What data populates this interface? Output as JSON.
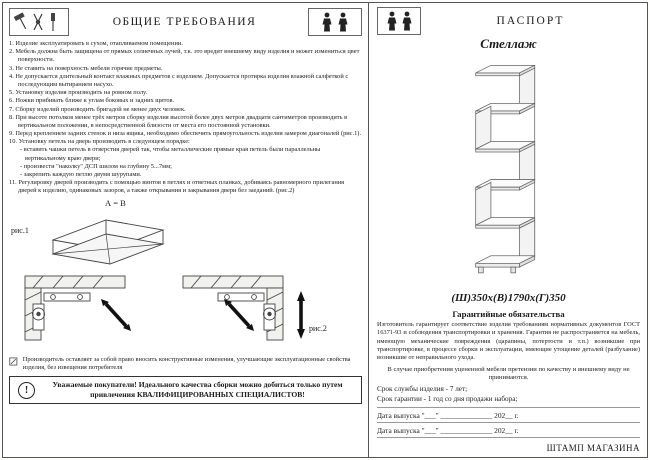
{
  "colors": {
    "paper": "#ffffff",
    "ink": "#1a1a1a",
    "border": "#555555"
  },
  "icons": {
    "tools": "hammer-wrench-screwdriver",
    "assembly_persons": "two-person-figures",
    "passport_persons": "two-person-figures",
    "note": "pencil-note",
    "warning": "!"
  },
  "left": {
    "title": "ОБЩИЕ  ТРЕБОВАНИЯ",
    "items": [
      "1. Изделие эксплуатировать в сухом, отапливаемом помещении.",
      "2. Мебель должна быть защищена от прямых солнечных лучей, т.к. это вредит внешнему виду изделия и может измениться цвет поверхности.",
      "3. Не ставить на поверхность мебели горячие предметы.",
      "4. Не допускается длительный контакт влажных предметов с изделием. Допускается протирка изделия влажной салфеткой с последующим вытиранием насухо.",
      "5. Установку изделия производить на ровном полу.",
      "6. Ножки прибивать ближе к углам боковых и задних щитов.",
      "7. Сборку изделий производить бригадой не менее двух человек.",
      "8. При высоте потолков менее трёх метров сборку изделия высотой более двух метров двадцати сантиметров производить в вертикальном положении, в непосредственной близости от места его постоянной установки.",
      "9. Перед креплением задних стенок и низа ящика, необходимо обеспечить прямоугольность изделия замером диагоналей (рис.1).",
      "10. Установку петель на дверь производить в следующем порядке:",
      "- вставить чашки петель в отверстия дверей так, чтобы металлические прямые края петель были параллельны вертикальному краю двери;",
      "- произвести \"наколку\" ДСП шилом на глубину 5...7мм;",
      "- закрепить каждую петлю двумя шурупами.",
      "11. Регулировку дверей производить с помощью винтов в петлях и ответных планках, добиваясь равномерного прилегания дверей к изделию, одинаковых зазоров, а также открывания и закрывания двери без заеданий. (рис.2)"
    ],
    "ab_label": "А = В",
    "fig1_label": "рис.1",
    "fig2_label": "рис.2",
    "maker_note": "Производитель оставляет за собой право вносить конструктивные изменения, улучшающие эксплуатационные свойства изделия, без извещения потребителя",
    "notice": "Уважаемые покупатели! Идеального качества сборки можно добиться только путем привлечения КВАЛИФИЦИРОВАННЫХ СПЕЦИАЛИСТОВ!"
  },
  "right": {
    "passport": "ПАСПОРТ",
    "product": "Стеллаж",
    "dimensions": "(Ш)350х(В)1790х(Г)350",
    "warranty_title": "Гарантийные обязательства",
    "warranty_text": "Изготовитель гарантирует соответствие изделия требованиям нормативных документов ГОСТ 16371-93 и соблюдения транспортировки и хранения. Гарантия не распространяется на мебель, имеющую механические повреждения (царапины, потертости и т.п.) возникшие при транспортировке, в процессе сборки и эксплуатации, имеющие утощение деталей (разбухание) возникшие от неправильного ухода.",
    "discount_note": "В случае приобретения уцененной мебели претензии по качеству и внешнему виду не принимаются.",
    "service_life": "Срок службы изделия - 7 лет;",
    "warranty_period": "Срок гарантии - 1 год со дня продажи набора;",
    "date_line1": "Дата выпуска \"___\" ______________ 202__ г.",
    "date_line2": "Дата выпуска \"___\" ______________ 202__ г.",
    "stamp": "ШТАМП МАГАЗИНА"
  }
}
